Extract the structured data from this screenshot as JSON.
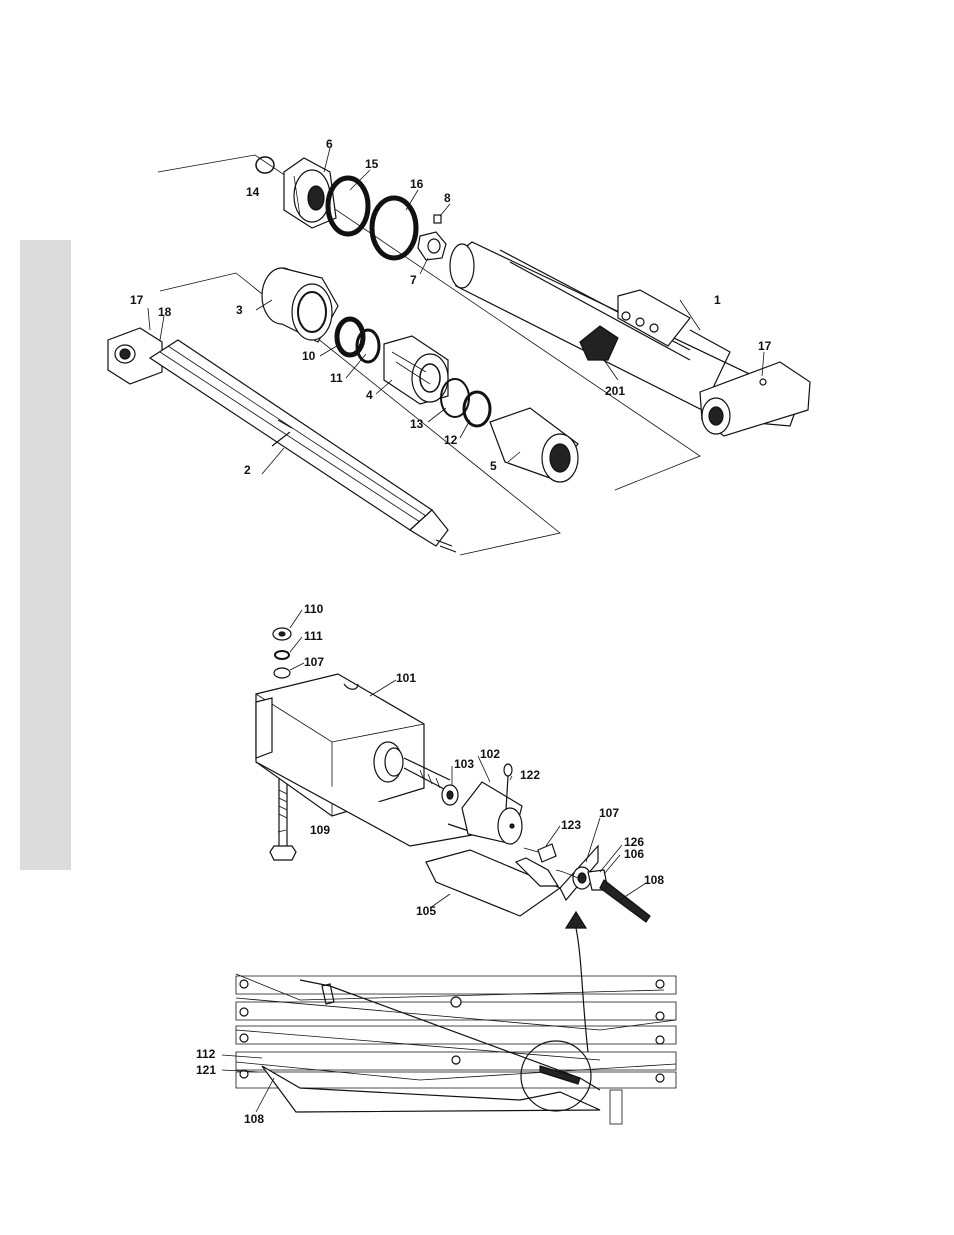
{
  "callouts": {
    "p1": "1",
    "p2": "2",
    "p3": "3",
    "p4": "4",
    "p5": "5",
    "p6": "6",
    "p7": "7",
    "p8": "8",
    "p10": "10",
    "p11": "11",
    "p12": "12",
    "p13": "13",
    "p14": "14",
    "p15": "15",
    "p16": "16",
    "p17a": "17",
    "p17b": "17",
    "p18": "18",
    "p201": "201",
    "p101": "101",
    "p102": "102",
    "p103": "103",
    "p105": "105",
    "p106": "106",
    "p107a": "107",
    "p107b": "107",
    "p108a": "108",
    "p108b": "108",
    "p109": "109",
    "p110": "110",
    "p111": "111",
    "p112": "112",
    "p121": "121",
    "p122": "122",
    "p123": "123",
    "p126": "126"
  },
  "colors": {
    "side_tab": "#dcdcdc",
    "ink": "#111111"
  }
}
